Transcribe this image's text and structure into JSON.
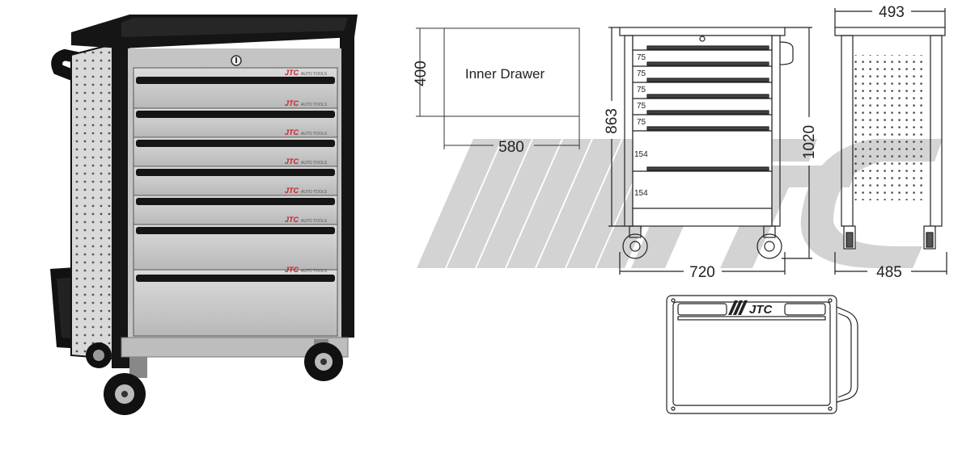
{
  "inner_drawer": {
    "label": "Inner Drawer",
    "width": "580",
    "depth": "400"
  },
  "front_view": {
    "height": "863",
    "width": "720",
    "overall_height": "1020",
    "drawer_heights": [
      "75",
      "75",
      "75",
      "75",
      "75",
      "154",
      "154"
    ]
  },
  "side_view": {
    "top_width": "493",
    "base_width": "485"
  },
  "top_view": {
    "logo_text": "JTC"
  },
  "product": {
    "drawer_brand_label": "JTC",
    "drawer_subtext": "AUTO TOOLS"
  },
  "colors": {
    "frame": "#151515",
    "drawer": "#c9c9c9",
    "side_panel": "#d8d8d8",
    "watermark": "#d0d0d0",
    "line": "#333333",
    "brand_red": "#c8202a"
  },
  "icons": [
    "lock-icon",
    "caster-wheel-icon",
    "drawer-handle-icon"
  ]
}
